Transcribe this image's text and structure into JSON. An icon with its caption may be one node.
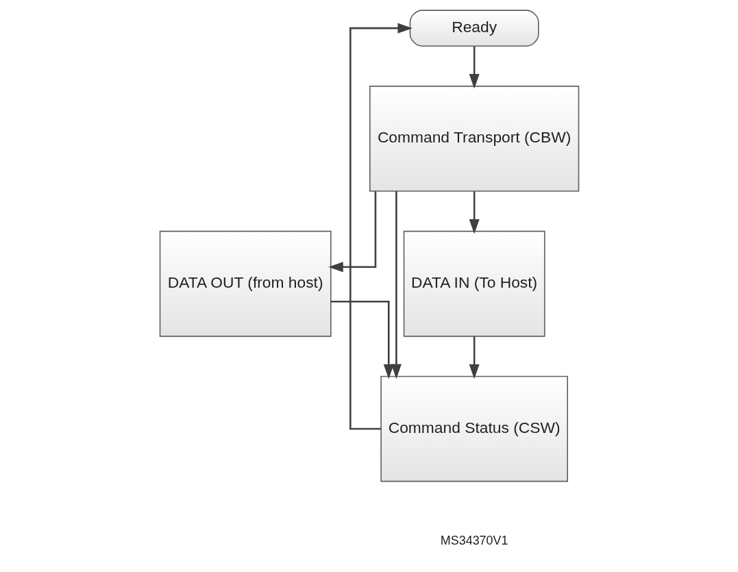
{
  "diagram": {
    "nodes": [
      {
        "text": [
          "Ready"
        ]
      },
      {
        "text": [
          "Command Transport (CBW)"
        ]
      },
      {
        "text": [
          "DATA OUT (from host)"
        ]
      },
      {
        "text": [
          "DATA IN (To Host)"
        ]
      },
      {
        "text": [
          "Command Status (CSW)"
        ]
      }
    ],
    "edges": [
      {
        "from": 0,
        "to": 1,
        "arrow": "to"
      },
      {
        "from": 1,
        "to": 2,
        "arrow": "to"
      },
      {
        "from": 1,
        "to": 4,
        "arrow": "to"
      },
      {
        "from": 1,
        "to": 3,
        "arrow": "to"
      },
      {
        "from": 2,
        "to": 4,
        "arrow": "to"
      },
      {
        "from": 3,
        "to": 4,
        "arrow": "to"
      },
      {
        "from": 4,
        "to": 0,
        "arrow": "to"
      }
    ],
    "labels": [
      "MS34370V1"
    ]
  }
}
